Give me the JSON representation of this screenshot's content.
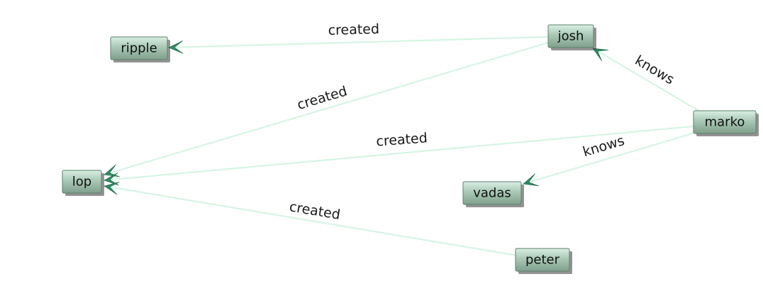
{
  "nodes": [
    {
      "id": "ripple",
      "label": "ripple"
    },
    {
      "id": "josh",
      "label": "josh"
    },
    {
      "id": "marko",
      "label": "marko"
    },
    {
      "id": "lop",
      "label": "lop"
    },
    {
      "id": "vadas",
      "label": "vadas"
    },
    {
      "id": "peter",
      "label": "peter"
    }
  ],
  "edges": [
    {
      "from": "josh",
      "to": "ripple",
      "label": "created"
    },
    {
      "from": "josh",
      "to": "lop",
      "label": "created"
    },
    {
      "from": "marko",
      "to": "lop",
      "label": "created"
    },
    {
      "from": "peter",
      "to": "lop",
      "label": "created"
    },
    {
      "from": "marko",
      "to": "josh",
      "label": "knows"
    },
    {
      "from": "marko",
      "to": "vadas",
      "label": "knows"
    }
  ],
  "colors": {
    "edge": "#d6f5e3",
    "arrow": "#2f8a63",
    "node_top": "#d9efe2",
    "node_bottom": "#7fa08c",
    "node_shadow": "#3a3a3a"
  }
}
